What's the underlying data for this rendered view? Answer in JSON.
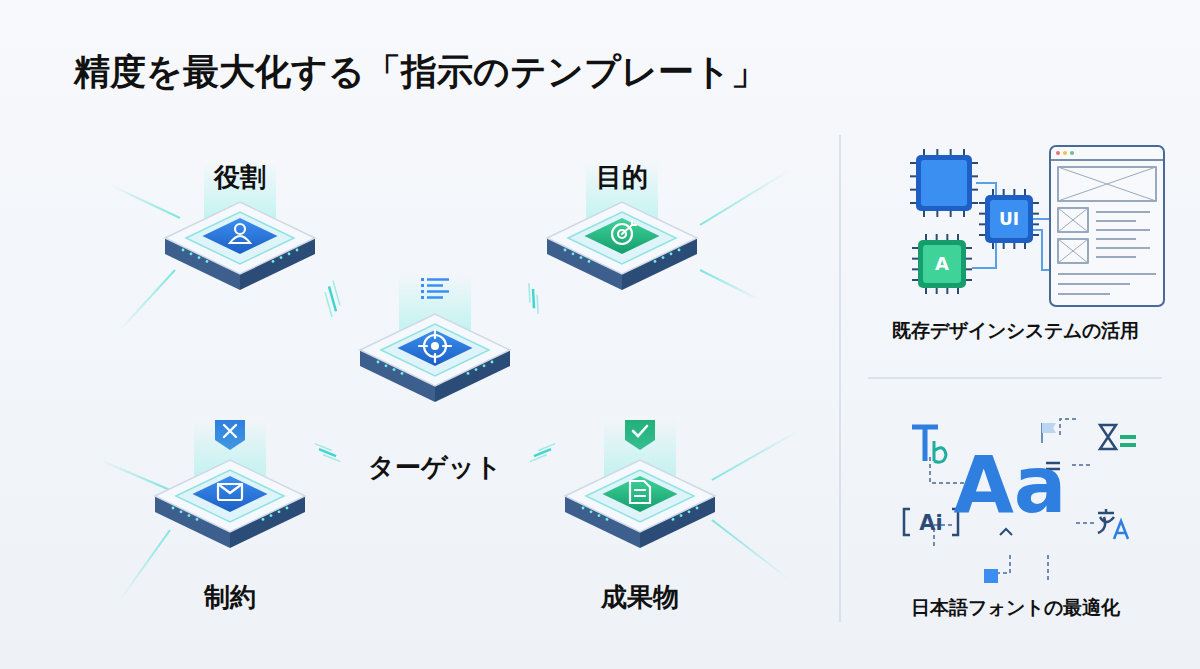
{
  "diagram": {
    "title": "精度を最大化する「指示のテンプレート」",
    "nodes": [
      {
        "text": [
          "役割"
        ]
      },
      {
        "text": [
          "目的"
        ]
      },
      {
        "text": [
          "ターゲット"
        ]
      },
      {
        "text": [
          "制約"
        ]
      },
      {
        "text": [
          "成果物"
        ]
      },
      {
        "text": [
          "既存デザインシステムの活用"
        ]
      },
      {
        "text": [
          "日本語フォントの最適化"
        ]
      }
    ],
    "edges": [
      {
        "from": 2,
        "to": 0,
        "arrow": "none"
      },
      {
        "from": 2,
        "to": 1,
        "arrow": "none"
      },
      {
        "from": 2,
        "to": 3,
        "arrow": "none"
      },
      {
        "from": 2,
        "to": 4,
        "arrow": "none"
      }
    ],
    "labels": [
      "UI",
      "A",
      "Aa",
      "Ai"
    ]
  }
}
